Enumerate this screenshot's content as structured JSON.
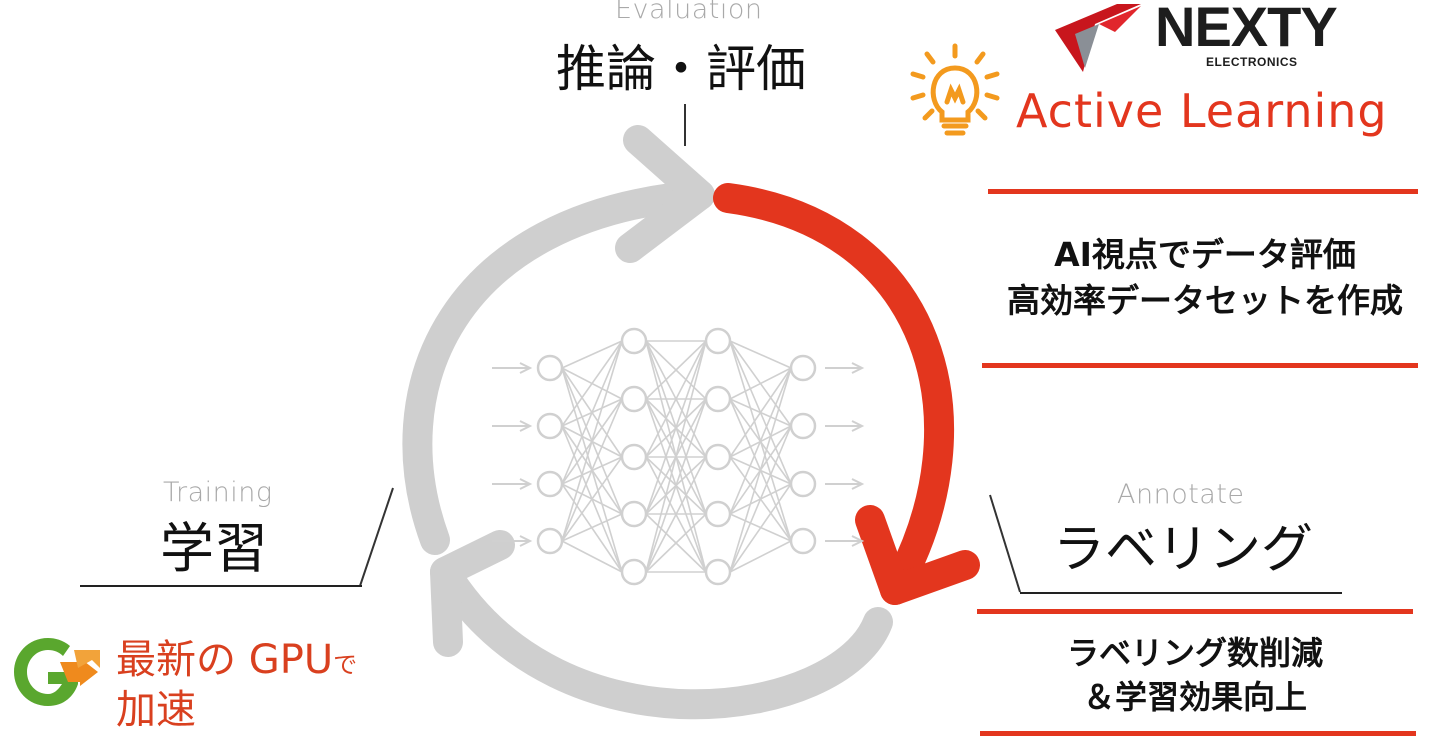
{
  "evaluation": {
    "en": "Evaluation",
    "jp": "推論・評価"
  },
  "training": {
    "en": "Training",
    "jp": "学習"
  },
  "annotate": {
    "en": "Annotate",
    "jp": "ラベリング"
  },
  "logo": {
    "brand": "NEXTY",
    "sub": "ELECTRONICS"
  },
  "active_learning": {
    "label": "Active Learning"
  },
  "box_top": {
    "line1": "AI視点でデータ評価",
    "line2": "高効率データセットを作成"
  },
  "box_bottom": {
    "line1": "ラベリング数削減",
    "line2": "＆学習効果向上"
  },
  "gpu": {
    "line1_main": "最新の GPU",
    "line1_small": "で",
    "line2": "加速"
  },
  "colors": {
    "accent": "#e3361e",
    "cycle_gray": "#cfcfcf",
    "network_gray": "#d0d0d0",
    "gpu_green": "#5aa72e",
    "gpu_orange": "#ef8a1d"
  },
  "icons": {
    "bulb": "lightbulb-icon",
    "gpu": "gpu-logo-icon",
    "brand": "nexty-logo-icon"
  }
}
